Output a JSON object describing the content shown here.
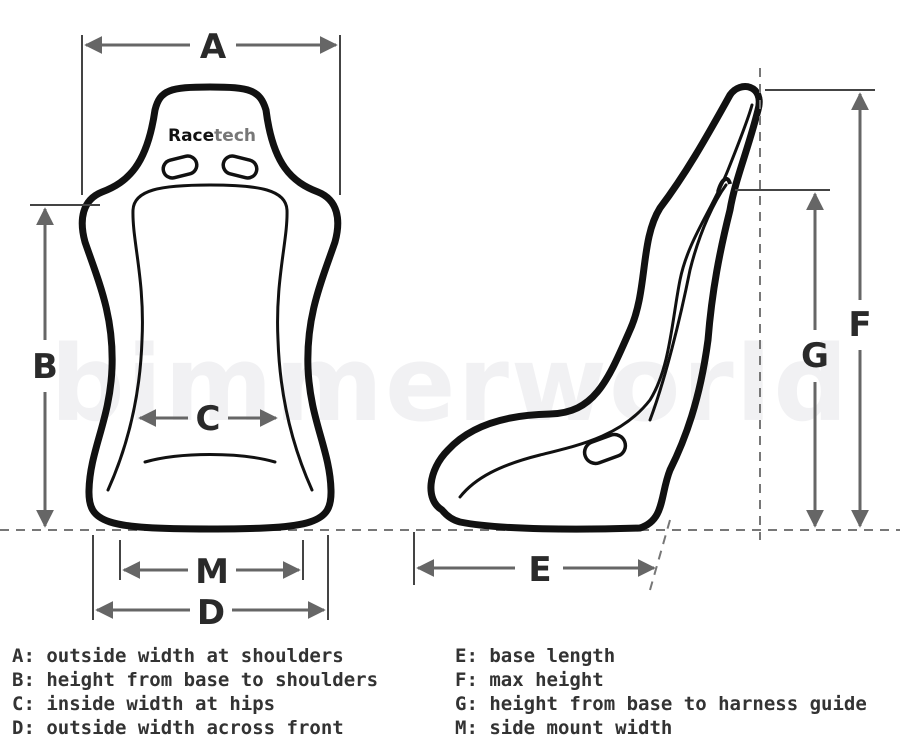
{
  "brand": {
    "name_a": "Race",
    "name_b": "tech",
    "color_a": "#111111",
    "color_b": "#777777"
  },
  "watermark": "bimmerworld",
  "dimensions": {
    "A": "A",
    "B": "B",
    "C": "C",
    "D": "D",
    "E": "E",
    "F": "F",
    "G": "G",
    "M": "M"
  },
  "legend": {
    "left": [
      "A: outside width at shoulders",
      "B: height from base to shoulders",
      "C: inside width at hips",
      "D: outside width across front"
    ],
    "right": [
      "E: base length",
      "F: max height",
      "G: height from base to harness guide",
      "M: side mount width"
    ]
  }
}
